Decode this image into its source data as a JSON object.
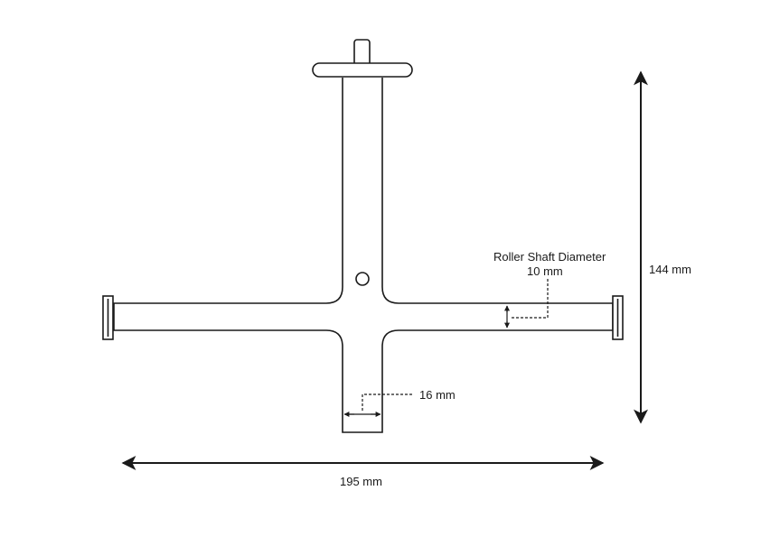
{
  "dimensions": {
    "roller_shaft_title": "Roller Shaft Diameter",
    "roller_shaft_value": "10 mm",
    "stem_width": "16 mm",
    "total_height": "144 mm",
    "total_length": "195 mm"
  },
  "colors": {
    "stroke": "#1a1a1a",
    "background": "#ffffff"
  }
}
